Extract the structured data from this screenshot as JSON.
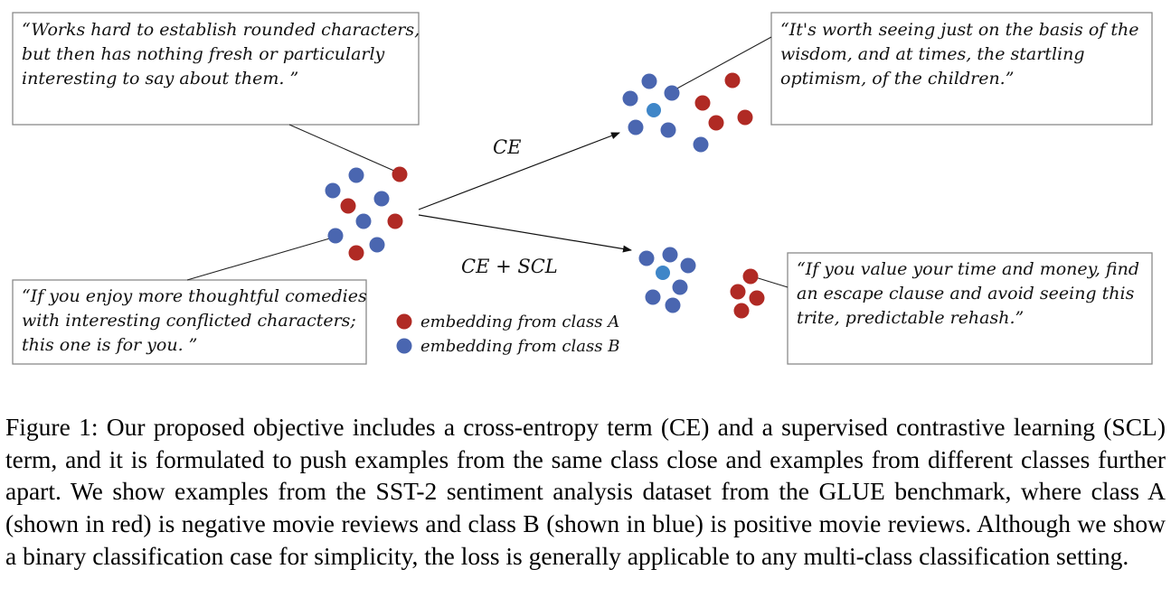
{
  "quotes": {
    "top_left": [
      "“Works hard to establish rounded characters,",
      "but then has nothing fresh or particularly",
      "interesting to say about them. ”"
    ],
    "bottom_left": [
      "“If you enjoy more thoughtful comedies",
      "with interesting conflicted characters;",
      "this one is for you. ”"
    ],
    "top_right": [
      "“It's worth seeing just on the basis of the",
      "wisdom, and at times, the startling",
      "optimism, of the children.”"
    ],
    "bottom_right": [
      "“If you value your time and money, find",
      "an escape clause and avoid seeing this",
      "trite, predictable rehash.”"
    ]
  },
  "arrows": {
    "ce_label": "CE",
    "ce_scl_label": "CE + SCL"
  },
  "legend": {
    "class_a": "embedding from class A",
    "class_b": "embedding from class B"
  },
  "colors": {
    "class_a": "#b02a24",
    "class_b": "#4a66b0",
    "highlight": "#3f86c8"
  },
  "caption": "Figure 1: Our proposed objective includes a cross-entropy term (CE) and a supervised contrastive learning (SCL) term, and it is formulated to push examples from the same class close and examples from different classes further apart. We show examples from the SST-2 sentiment analysis dataset from the GLUE benchmark, where class A (shown in red) is negative movie reviews and class B (shown in blue) is positive movie reviews. Although we show a binary classification case for simplicity, the loss is generally applicable to any multi-class classification setting."
}
